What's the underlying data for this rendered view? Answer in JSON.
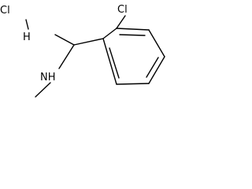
{
  "molecule": {
    "atoms": {
      "hcl_chlorine": "Cl",
      "hcl_hydrogen": "H",
      "ring_chlorine": "Cl",
      "amine": "NH"
    }
  }
}
